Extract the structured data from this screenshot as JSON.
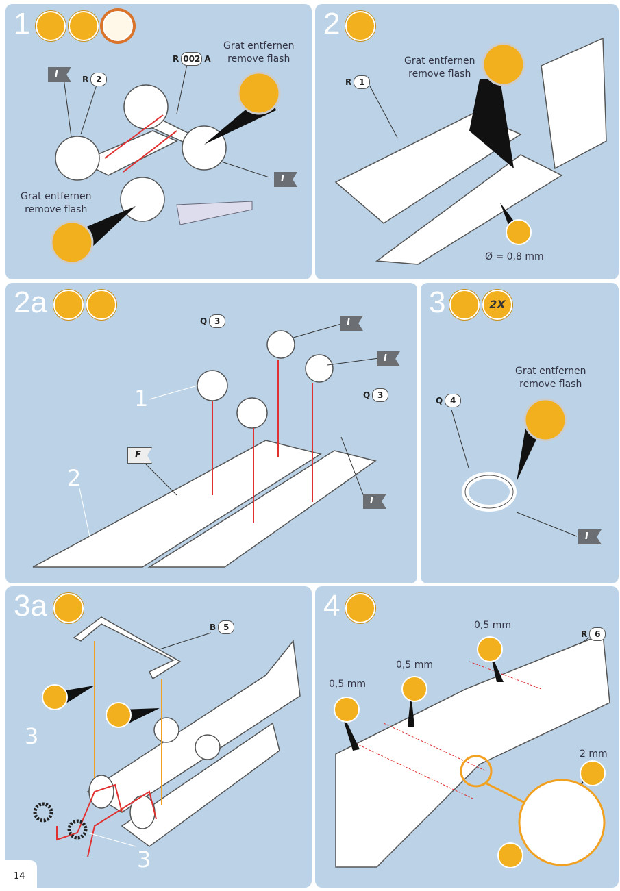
{
  "page_number": "14",
  "flash_de": "Grat entfernen",
  "flash_en": "remove flash",
  "steps": {
    "s1": {
      "number": "1",
      "parts": [
        {
          "prefix": "R",
          "num": "2"
        },
        {
          "prefix": "R",
          "num": "002",
          "suffix": "A"
        }
      ],
      "flag": "I"
    },
    "s2": {
      "number": "2",
      "parts": [
        {
          "prefix": "R",
          "num": "1"
        }
      ],
      "drill": "Ø = 0,8 mm"
    },
    "s2a": {
      "number": "2a",
      "parts": [
        {
          "prefix": "Q",
          "num": "3"
        }
      ],
      "flags": [
        "I",
        "F"
      ],
      "refs": [
        "1",
        "2"
      ]
    },
    "s3": {
      "number": "3",
      "qty": "2X",
      "parts": [
        {
          "prefix": "Q",
          "num": "4"
        }
      ],
      "flag": "I"
    },
    "s3a": {
      "number": "3a",
      "parts": [
        {
          "prefix": "B",
          "num": "5"
        }
      ],
      "refs": [
        "3",
        "3"
      ]
    },
    "s4": {
      "number": "4",
      "parts": [
        {
          "prefix": "R",
          "num": "6"
        }
      ],
      "measures": [
        "0,5 mm",
        "0,5 mm",
        "0,5 mm",
        "2 mm"
      ]
    }
  },
  "colors": {
    "panel": "#bcd3e7",
    "icon": "#f2b01e",
    "arrow": "#e03030"
  }
}
